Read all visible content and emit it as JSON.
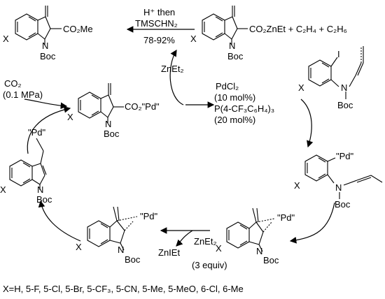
{
  "top_left": {
    "x": "X",
    "n": "N",
    "boc": "Boc",
    "sub": "CO₂Me"
  },
  "top_arrow": {
    "line1": "H⁺ then",
    "line2": "TMSCHN₂",
    "yield": "78-92%"
  },
  "top_right": {
    "x": "X",
    "n": "N",
    "boc": "Boc",
    "sub": "CO₂ZnEt + C₂H₄ + C₂H₆"
  },
  "znet2_top": "ZnEt₂",
  "co2": {
    "line1": "CO₂",
    "line2": "(0.1 MPa)"
  },
  "center": {
    "x": "X",
    "n": "N",
    "boc": "Boc",
    "sub": "CO₂\"Pd\""
  },
  "catalyst": {
    "line1": "PdCl₂",
    "line2": "(10 mol%)",
    "line3": "P(4-CF₃C₆H₄)₃",
    "line4": "(20 mol%)"
  },
  "sm_right": {
    "i": "I",
    "x": "X",
    "n": "N",
    "boc": "Boc"
  },
  "left_mid": {
    "pd": "\"Pd\"",
    "x": "X",
    "n": "N",
    "boc": "Boc"
  },
  "right_mid": {
    "pd": "\"Pd\"",
    "x": "X",
    "n": "N",
    "boc": "Boc"
  },
  "bottom_left": {
    "pd": "\"Pd\"",
    "x": "X",
    "n": "N",
    "boc": "Boc"
  },
  "bottom_right": {
    "pd": "\"Pd\"",
    "x": "X",
    "n": "N",
    "boc": "Boc"
  },
  "bottom_arrow": {
    "byproduct": "ZnIEt",
    "reagent": "ZnEt₂",
    "equiv": "(3 equiv)"
  },
  "footnote": "X=H, 5-F, 5-Cl, 5-Br, 5-CF₃, 5-CN, 5-Me, 5-MeO, 6-Cl, 6-Me"
}
